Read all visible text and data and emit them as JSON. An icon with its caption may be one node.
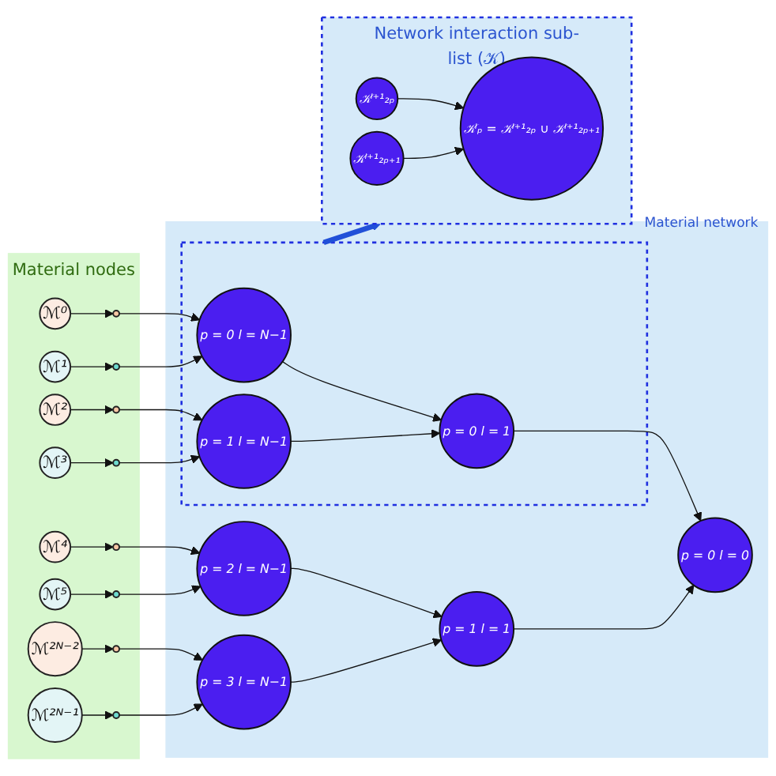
{
  "diagram": {
    "nodes": [
      {
        "text": [
          "Material nodes"
        ]
      },
      {
        "text": [
          "ℳ⁰"
        ],
        "in": 0
      },
      {
        "text": [
          "ℳ¹"
        ],
        "in": 0
      },
      {
        "text": [
          "ℳ²"
        ],
        "in": 0
      },
      {
        "text": [
          "ℳ³"
        ],
        "in": 0
      },
      {
        "text": [
          "ℳ⁴"
        ],
        "in": 0
      },
      {
        "text": [
          "ℳ⁵"
        ],
        "in": 0
      },
      {
        "text": [
          "ℳ²ᴺ⁻²"
        ],
        "in": 0
      },
      {
        "text": [
          "ℳ²ᴺ⁻¹"
        ],
        "in": 0
      },
      {
        "text": [],
        "shape": "circle",
        "in": 0
      },
      {
        "text": [],
        "shape": "circle",
        "in": 0
      },
      {
        "text": [],
        "shape": "circle",
        "in": 0
      },
      {
        "text": [],
        "shape": "circle",
        "in": 0
      },
      {
        "text": [],
        "shape": "circle",
        "in": 0
      },
      {
        "text": [],
        "shape": "circle",
        "in": 0
      },
      {
        "text": [],
        "shape": "circle",
        "in": 0
      },
      {
        "text": [],
        "shape": "circle",
        "in": 0
      },
      {
        "text": [
          "Material network"
        ]
      },
      {
        "text": [],
        "shape": "box",
        "in": 17
      },
      {
        "text": [
          "p = 0 l = N−1"
        ],
        "in": 18
      },
      {
        "text": [
          "p = 1 l = N−1"
        ],
        "in": 18
      },
      {
        "text": [
          "p = 0 l = 1"
        ],
        "in": 18
      },
      {
        "text": [
          "p = 2 l = N−1"
        ],
        "in": 17
      },
      {
        "text": [
          "p = 3 l = N−1"
        ],
        "in": 17
      },
      {
        "text": [
          "p = 1 l = 1"
        ],
        "in": 17
      },
      {
        "text": [
          "p = 0 l = 0"
        ],
        "in": 17
      },
      {
        "text": [
          "Network interaction sub-list (𝒦)"
        ]
      },
      {
        "text": [
          "𝒦ˡ⁺¹₂ₚ"
        ],
        "in": 26
      },
      {
        "text": [
          "𝒦ˡ⁺¹₂ₚ₊₁"
        ],
        "in": 26
      },
      {
        "text": [
          "𝒦ˡₚ = 𝒦ˡ⁺¹₂ₚ ∪ 𝒦ˡ⁺¹₂ₚ₊₁"
        ],
        "in": 26
      }
    ],
    "edges": [
      {
        "from": 1,
        "to": 9,
        "arrow": "to"
      },
      {
        "from": 2,
        "to": 10,
        "arrow": "to"
      },
      {
        "from": 3,
        "to": 11,
        "arrow": "to"
      },
      {
        "from": 4,
        "to": 12,
        "arrow": "to"
      },
      {
        "from": 5,
        "to": 13,
        "arrow": "to"
      },
      {
        "from": 6,
        "to": 14,
        "arrow": "to"
      },
      {
        "from": 7,
        "to": 15,
        "arrow": "to"
      },
      {
        "from": 8,
        "to": 16,
        "arrow": "to"
      },
      {
        "from": 9,
        "to": 19,
        "arrow": "to"
      },
      {
        "from": 10,
        "to": 19,
        "arrow": "to"
      },
      {
        "from": 11,
        "to": 20,
        "arrow": "to"
      },
      {
        "from": 12,
        "to": 20,
        "arrow": "to"
      },
      {
        "from": 13,
        "to": 22,
        "arrow": "to"
      },
      {
        "from": 14,
        "to": 22,
        "arrow": "to"
      },
      {
        "from": 15,
        "to": 23,
        "arrow": "to"
      },
      {
        "from": 16,
        "to": 23,
        "arrow": "to"
      },
      {
        "from": 19,
        "to": 21,
        "arrow": "to"
      },
      {
        "from": 20,
        "to": 21,
        "arrow": "to"
      },
      {
        "from": 22,
        "to": 24,
        "arrow": "to"
      },
      {
        "from": 23,
        "to": 24,
        "arrow": "to"
      },
      {
        "from": 21,
        "to": 25,
        "arrow": "to"
      },
      {
        "from": 24,
        "to": 25,
        "arrow": "to"
      },
      {
        "from": 18,
        "to": 26,
        "arrow": "to",
        "style": "thick",
        "color": "#2150d8"
      },
      {
        "from": 27,
        "to": 29,
        "arrow": "to"
      },
      {
        "from": 28,
        "to": 29,
        "arrow": "to"
      }
    ]
  }
}
